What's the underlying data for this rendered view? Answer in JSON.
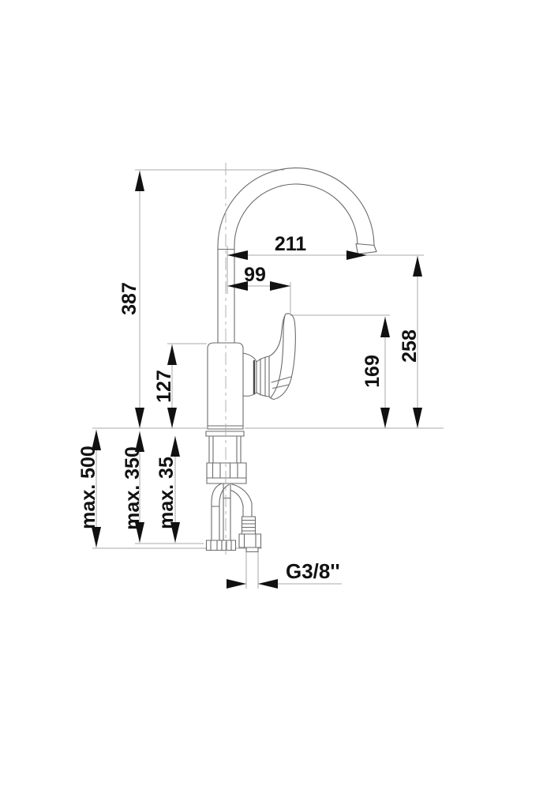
{
  "drawing": {
    "type": "technical-dimension-drawing",
    "subject": "single-lever kitchen faucet, side view with installation dimensions",
    "units_note": "mm",
    "dimensions": {
      "spout_reach": "211",
      "spout_to_handle": "99",
      "height_total": "387",
      "height_outlet": "258",
      "height_handle": "169",
      "height_body": "127",
      "max_hose_long": "max. 500",
      "max_hose_short": "max. 350",
      "max_deck_thickness": "max. 35",
      "thread": "G3/8''"
    },
    "colors": {
      "background": "#ffffff",
      "outline": "#6b6b6b",
      "dim_line": "#aaaaaa",
      "ink": "#111111"
    }
  }
}
